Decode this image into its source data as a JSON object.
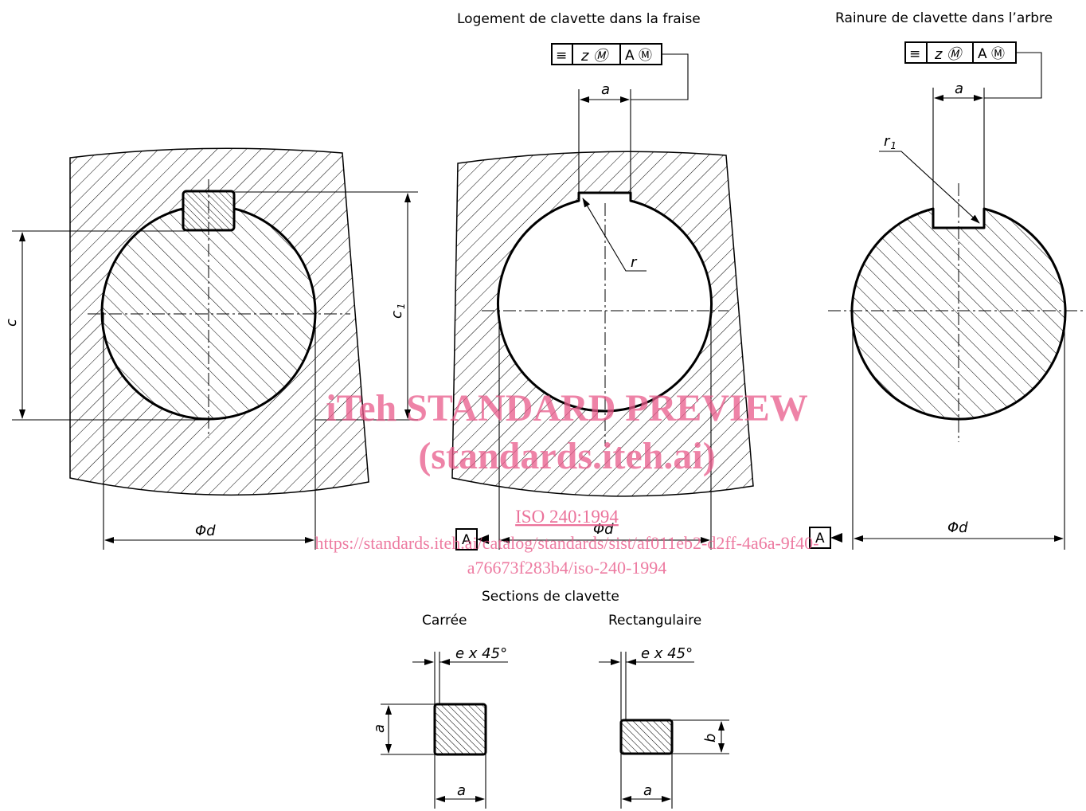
{
  "titles": {
    "hub_keyway": "Logement de clavette dans la fraise",
    "shaft_keyway": "Rainure de clavette dans l’arbre",
    "key_sections": "Sections de clavette",
    "square": "Carrée",
    "rectangular": "Rectangulaire"
  },
  "dimensions": {
    "a": "a",
    "b": "b",
    "c": "c",
    "c1": "c",
    "c1_sub": "1",
    "r": "r",
    "r1": "r",
    "r1_sub": "1",
    "phi_d": "Φd",
    "chamfer": "e x 45°",
    "datum": "A"
  },
  "tolerance_frame": {
    "symbol": "≡",
    "tol": "z Ⓜ",
    "datum_ref": "A Ⓜ"
  },
  "watermark": {
    "line1": "iTeh STANDARD PREVIEW",
    "line2": "(standards.iteh.ai)",
    "doc": "ISO 240:1994",
    "url1": "https://standards.iteh.ai/catalog/standards/sist/af011eb2-d2ff-4a6a-9f40-",
    "url2": "a76673f283b4/iso-240-1994",
    "color": "#e85a8a"
  }
}
